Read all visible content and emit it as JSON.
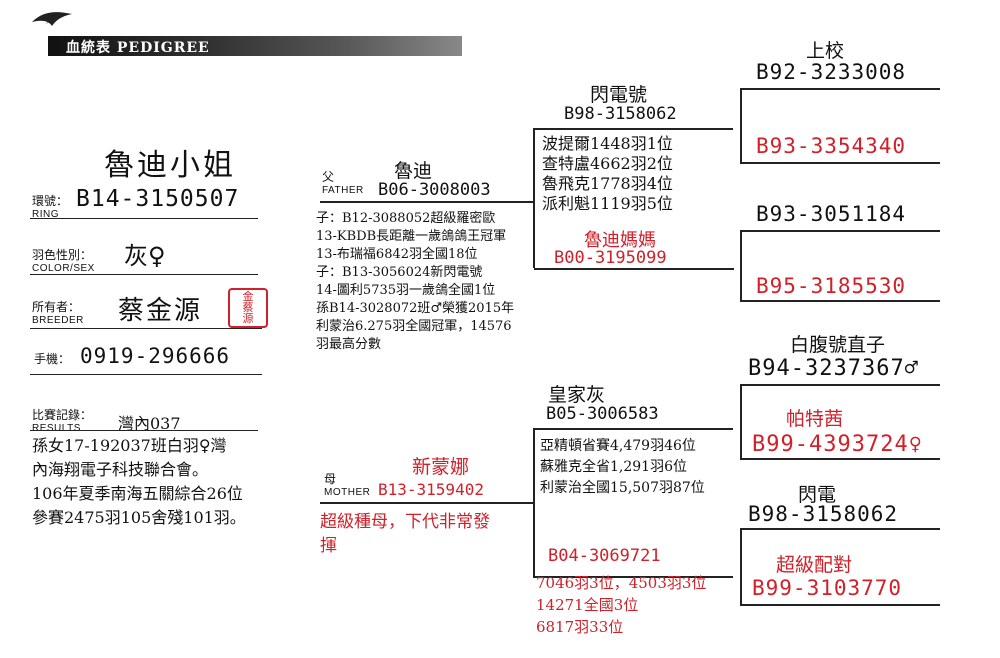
{
  "header": {
    "title": "血統表 PEDIGREE",
    "logo_icon": "bird-icon"
  },
  "subject": {
    "name": "魯迪小姐",
    "ring_label": "環號：",
    "ring_label_en": "RING",
    "ring": "B14-3150507",
    "color_label": "羽色性別：",
    "color_label_en": "COLOR/SEX",
    "color": "灰♀",
    "breeder_label": "所有者：",
    "breeder_label_en": "BREEDER",
    "breeder": "蔡金源",
    "seal_text": "金蔡源",
    "phone_label": "手機：",
    "phone": "0919-296666",
    "results_label": "比賽記錄：",
    "results_label_en": "RESULTS",
    "results_head": "灣內037",
    "results_lines": [
      "孫女17-192037班白羽♀灣",
      "內海翔電子科技聯合會。",
      "106年夏季南海五關綜合26位",
      "參賽2475羽105舍殘101羽。"
    ]
  },
  "father": {
    "label": "父",
    "label_en": "FATHER",
    "name": "魯迪",
    "ring": "B06-3008003",
    "notes": [
      "子：B12-3088052超級羅密歐",
      "13-KBDB長距離一歲鴿鴿王冠軍",
      "13-布瑞福6842羽全國18位",
      "子：B13-3056024新閃電號",
      "14-圖利5735羽一歲鴿全國1位",
      "孫B14-3028072班♂榮獲2015年",
      "利蒙治6.275羽全國冠軍，14576",
      "羽最高分數"
    ]
  },
  "mother": {
    "label": "母",
    "label_en": "MOTHER",
    "name": "新蒙娜",
    "ring": "B13-3159402",
    "notes": [
      "超級種母，下代非常發",
      "揮"
    ]
  },
  "ff": {
    "name": "閃電號",
    "ring": "B98-3158062",
    "notes": [
      "波提爾1448羽1位",
      "查特盧4662羽2位",
      "魯飛克1778羽4位",
      "派利魁1119羽5位"
    ]
  },
  "fm": {
    "name": "魯迪媽媽",
    "ring": "B00-3195099"
  },
  "mf": {
    "name": "皇家灰",
    "ring": "B05-3006583",
    "notes": [
      "亞精頓省賽4,479羽46位",
      "蘇雅克全省1,291羽6位",
      "利蒙治全國15,507羽87位"
    ]
  },
  "mm": {
    "ring": "B04-3069721",
    "notes": [
      "7046羽3位，4503羽3位",
      "14271全國3位",
      "6817羽33位"
    ]
  },
  "gen3": [
    {
      "name": "上校",
      "ring": "B92-3233008"
    },
    {
      "name": "",
      "ring": "B93-3354340"
    },
    {
      "name": "",
      "ring": "B93-3051184"
    },
    {
      "name": "",
      "ring": "B95-3185530"
    },
    {
      "name": "白腹號直子",
      "ring": "B94-3237367♂"
    },
    {
      "name": "帕特茜",
      "ring": "B99-4393724♀"
    },
    {
      "name": "閃電",
      "ring": "B98-3158062"
    },
    {
      "name": "超級配對",
      "ring": "B99-3103770"
    }
  ],
  "colors": {
    "red": "#d0202a",
    "black": "#111111",
    "header_bg": "#1a1a1a"
  }
}
